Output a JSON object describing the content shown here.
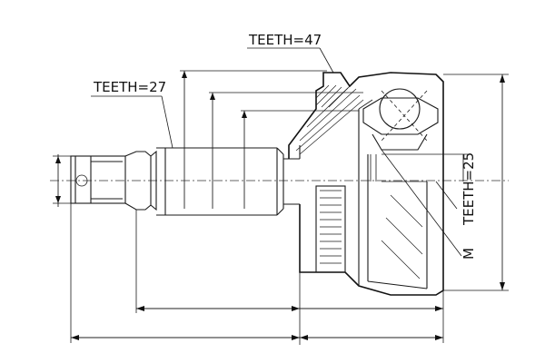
{
  "labels": {
    "outer_teeth": "TEETH=47",
    "shaft_teeth": "TEETH=27",
    "inner_teeth": "TEETH=25",
    "thread_mark": "M"
  }
}
